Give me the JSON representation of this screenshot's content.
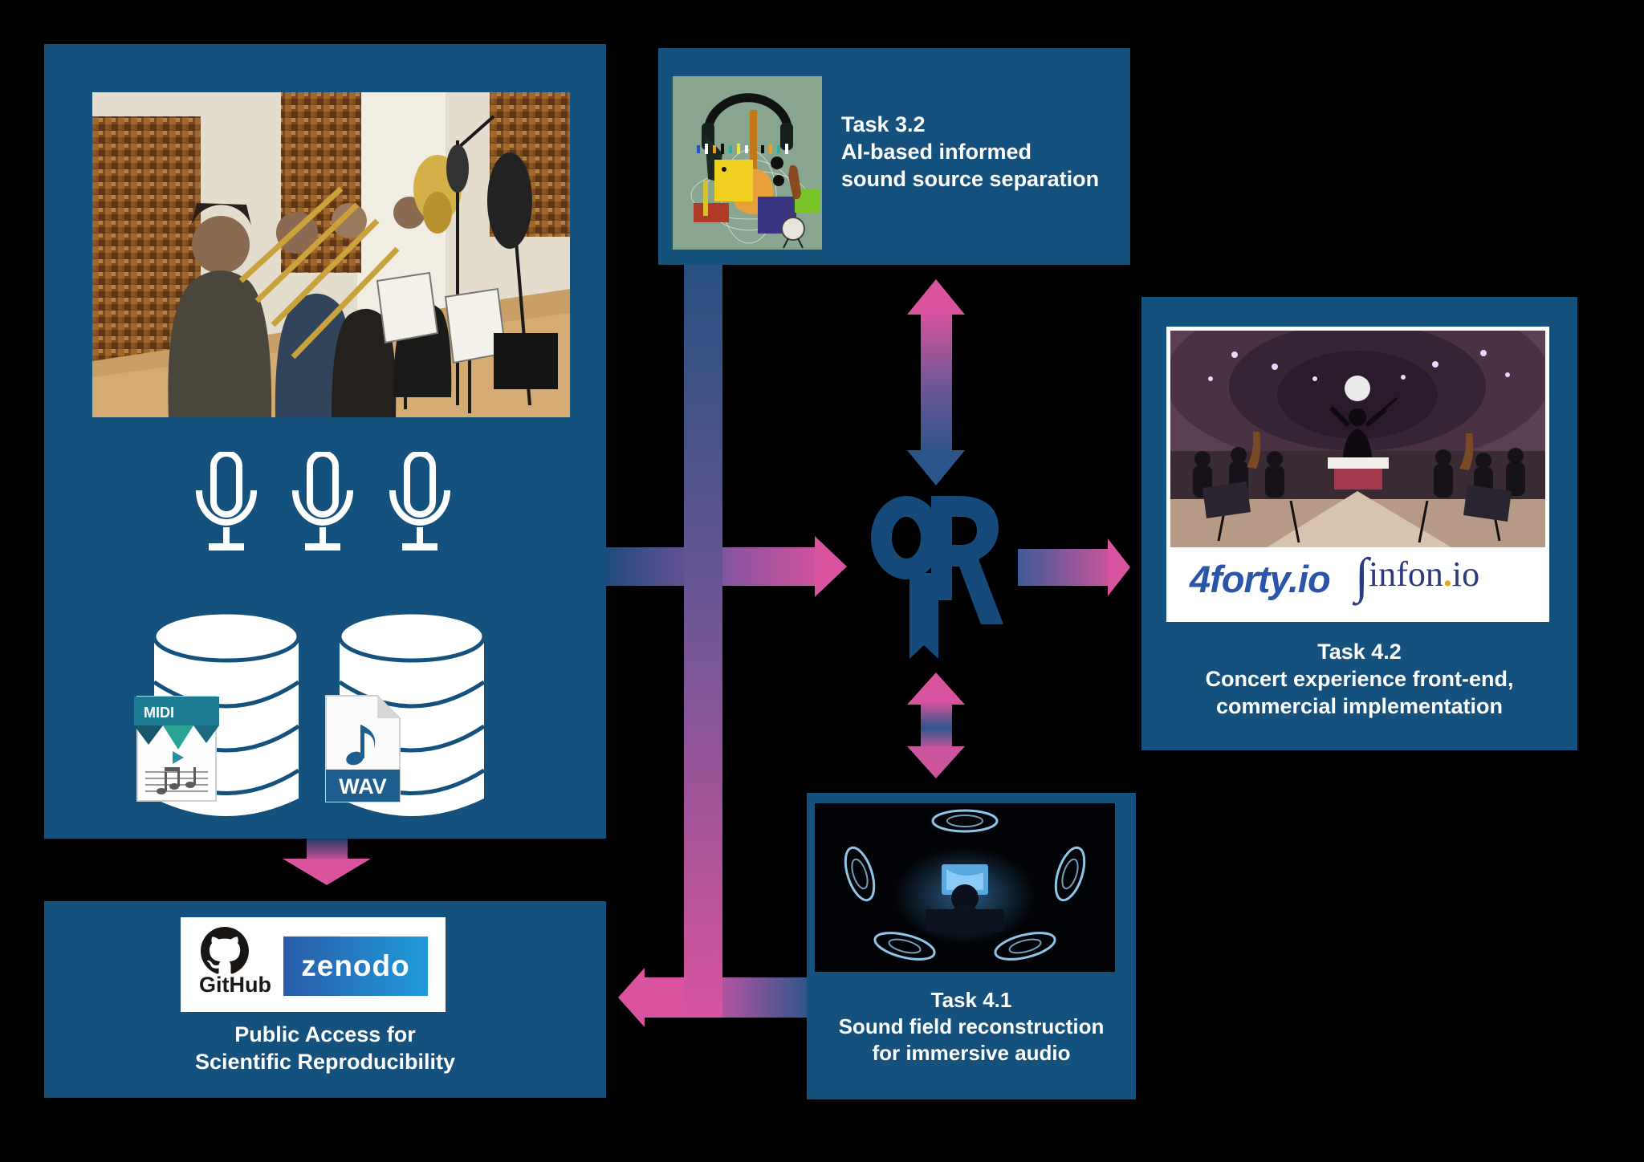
{
  "task32": {
    "line1": "Task 3.2",
    "line2": "AI-based informed",
    "line3": "sound source separation"
  },
  "task41": {
    "line1": "Task 4.1",
    "line2": "Sound field reconstruction",
    "line3": "for immersive audio"
  },
  "task42": {
    "line1": "Task 4.2",
    "line2": "Concert experience front-end,",
    "line3": "commercial implementation"
  },
  "public_access": {
    "line1": "Public Access for",
    "line2": "Scientific Reproducibility",
    "github_label": "GitHub",
    "zenodo_label": "zenodo"
  },
  "recording": {
    "midi_label": "MIDI",
    "wav_label": "WAV"
  },
  "partners": {
    "fourforty": "4forty.io",
    "sinfon_s": "∫",
    "sinfon_mid": "infon",
    "sinfon_dot": ".",
    "sinfon_tld": "io"
  },
  "icons": {
    "microphone": "microphone-icon",
    "database": "database-icon",
    "midi_file": "midi-file-icon",
    "wav_file": "wav-file-icon",
    "octocat": "octocat-icon",
    "project_logo": "repertorium-r-logo"
  },
  "colors": {
    "box_blue": "#14517d",
    "arrow_pink": "#d9539f",
    "arrow_deep_blue": "#2b5588",
    "logo_blue": "#164a7a",
    "zenodo_blue": "#2a5caa",
    "fourforty_blue": "#2b55a8",
    "sinfon_navy": "#2b3a7e",
    "background": "#000000"
  }
}
